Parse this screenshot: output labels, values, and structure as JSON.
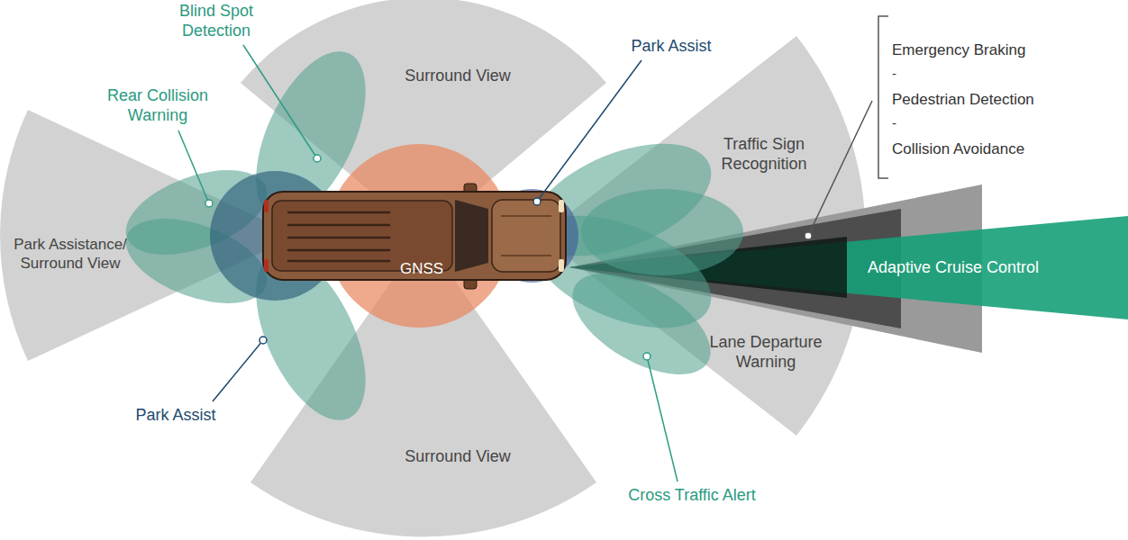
{
  "diagram": {
    "labels": [
      "Blind Spot Detection",
      "Surround View",
      "Park Assist",
      "Emergency Braking",
      "-",
      "Pedestrian Detection",
      "-",
      "Collision Avoidance",
      "Rear Collision Warning",
      "Traffic Sign Recognition",
      "Park Assistance/ Surround View",
      "GNSS",
      "Adaptive Cruise Control",
      "Lane Departure Warning",
      "Park Assist",
      "Surround View",
      "Cross Traffic Alert"
    ]
  }
}
